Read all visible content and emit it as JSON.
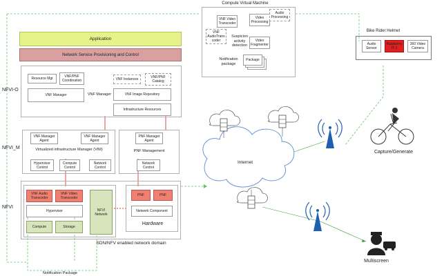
{
  "layers": {
    "nfvo": "NFVI-O",
    "nfvim": "NFVI_M",
    "nfvi": "NFVI"
  },
  "top_bars": {
    "application": "Application",
    "nsp": "Network Service Provisioning and  Control"
  },
  "nfvo_box": {
    "resource_mgt": "Resource Mgt",
    "vnf_coord": "VNF/PNF Coordination",
    "vnf_manager_inner": "VNF Manager",
    "vnf_manager_label": "VNF Manager",
    "vnf_instances": "VNF Instances",
    "vnf_catalog": "VNF/PNF Catalog",
    "image_repo": "VNF Image Repository",
    "infra_resources": "Infrastructure Resources"
  },
  "vim_box": {
    "vnf_agent_1": "VNF Manager Agent",
    "vnf_agent_2": "VNF Manager Agent",
    "vim_label": "Virtualized infrastructure Manager (VIM)",
    "hypervisor_ctrl": "Hypervisor Control",
    "compute_ctrl": "Compute Control",
    "network_ctrl": "Network Control"
  },
  "pnf_box": {
    "pnf_agent": "PNF Manager Agent",
    "pnf_mgmt": "PNF Management",
    "network_ctrl": "Network Control"
  },
  "nfvi_box": {
    "vnf_audio": "VNF Audio Transcoder",
    "vnf_video": "VNF Video Transcoder",
    "hypervisor": "Hypervisor",
    "compute": "Compute",
    "storage": "Storage",
    "nfvi_network": "NFVI Network",
    "pnf1": "PNF",
    "pnf2": "PNF",
    "network_component": "Network Component",
    "hardware": "Hardware",
    "sdn_label": "SDN/NFV enabled network domain"
  },
  "vm": {
    "title": "Compute Virtual Machine",
    "vnf_video_transcoder": "VNF Video Transcoder",
    "video_processing": "Video Processing",
    "audio_processing": "Audio Processing",
    "vnf_audio_transcoder": "VNF AudioTrans coder",
    "suspicion": "Suspicion activity detection",
    "video_fragmenter": "Video Fragmenter",
    "notification_package": "Notification package",
    "package": "Package"
  },
  "helmet": {
    "title": "Bike Rider Helmet",
    "audio_sensor": "Audio Sensor",
    "raspberry": "Raspberry Pi 3",
    "camera": "360 Video Camera"
  },
  "labels": {
    "internet": "Internet",
    "capture": "Capture/Generate",
    "multiscreen": "Multiscreen",
    "notification_bottom": "Notification Package"
  },
  "colors": {
    "application_bar": "#e6f28a",
    "nsp_bar": "#d9a0a0",
    "vnf_red": "#f08070",
    "green_box": "#d8e4bc",
    "raspberry": "#e02020",
    "dashed_green": "#4caf50",
    "red_line": "#d04030",
    "antenna_blue": "#1f5fb0"
  }
}
